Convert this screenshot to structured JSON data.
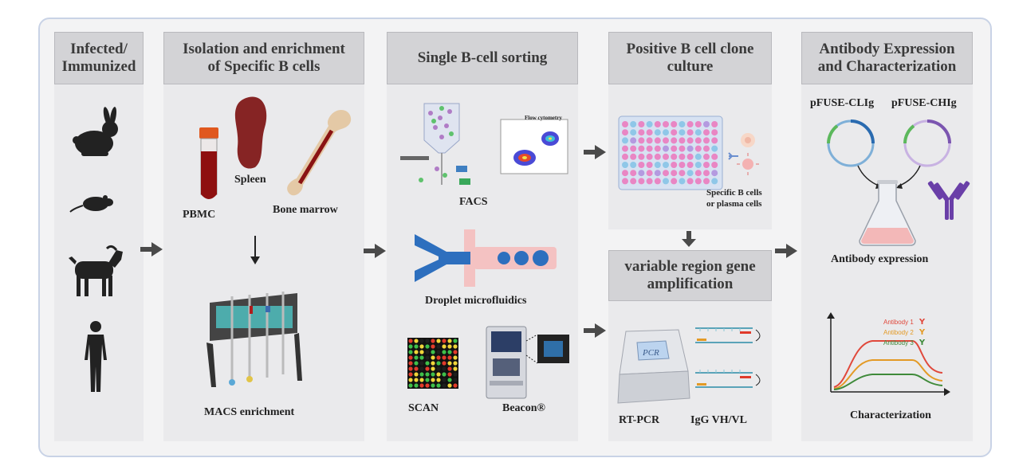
{
  "columns": [
    {
      "header": "Infected/ Immunized"
    },
    {
      "header": "Isolation and enrichment of Specific B cells"
    },
    {
      "header": "Single B-cell sorting"
    },
    {
      "header": "Positive B cell clone culture"
    },
    {
      "header": "Antibody Expression and Characterization"
    }
  ],
  "lower_header": "variable region gene amplification",
  "labels": {
    "pbmc": "PBMC",
    "spleen": "Spleen",
    "bone_marrow": "Bone marrow",
    "macs": "MACS enrichment",
    "facs": "FACS",
    "flow_cytometry": "Flow cytometry",
    "droplet": "Droplet microfluidics",
    "scan": "SCAN",
    "beacon": "Beacon®",
    "specific_b_1": "Specific B cells",
    "specific_b_2": "or plasma cells",
    "rt_pcr": "RT-PCR",
    "pcr_screen": "PCR",
    "igg": "IgG VH/VL",
    "pfuse_clig": "pFUSE-CLIg",
    "pfuse_chig": "pFUSE-CHIg",
    "antibody_expression": "Antibody expression",
    "characterization": "Characterization"
  },
  "legend": [
    {
      "name": "Antibody 1",
      "color": "#e0483b"
    },
    {
      "name": "Antibody 2",
      "color": "#e39a25"
    },
    {
      "name": "Antibody 3",
      "color": "#3f8a3a"
    }
  ]
}
